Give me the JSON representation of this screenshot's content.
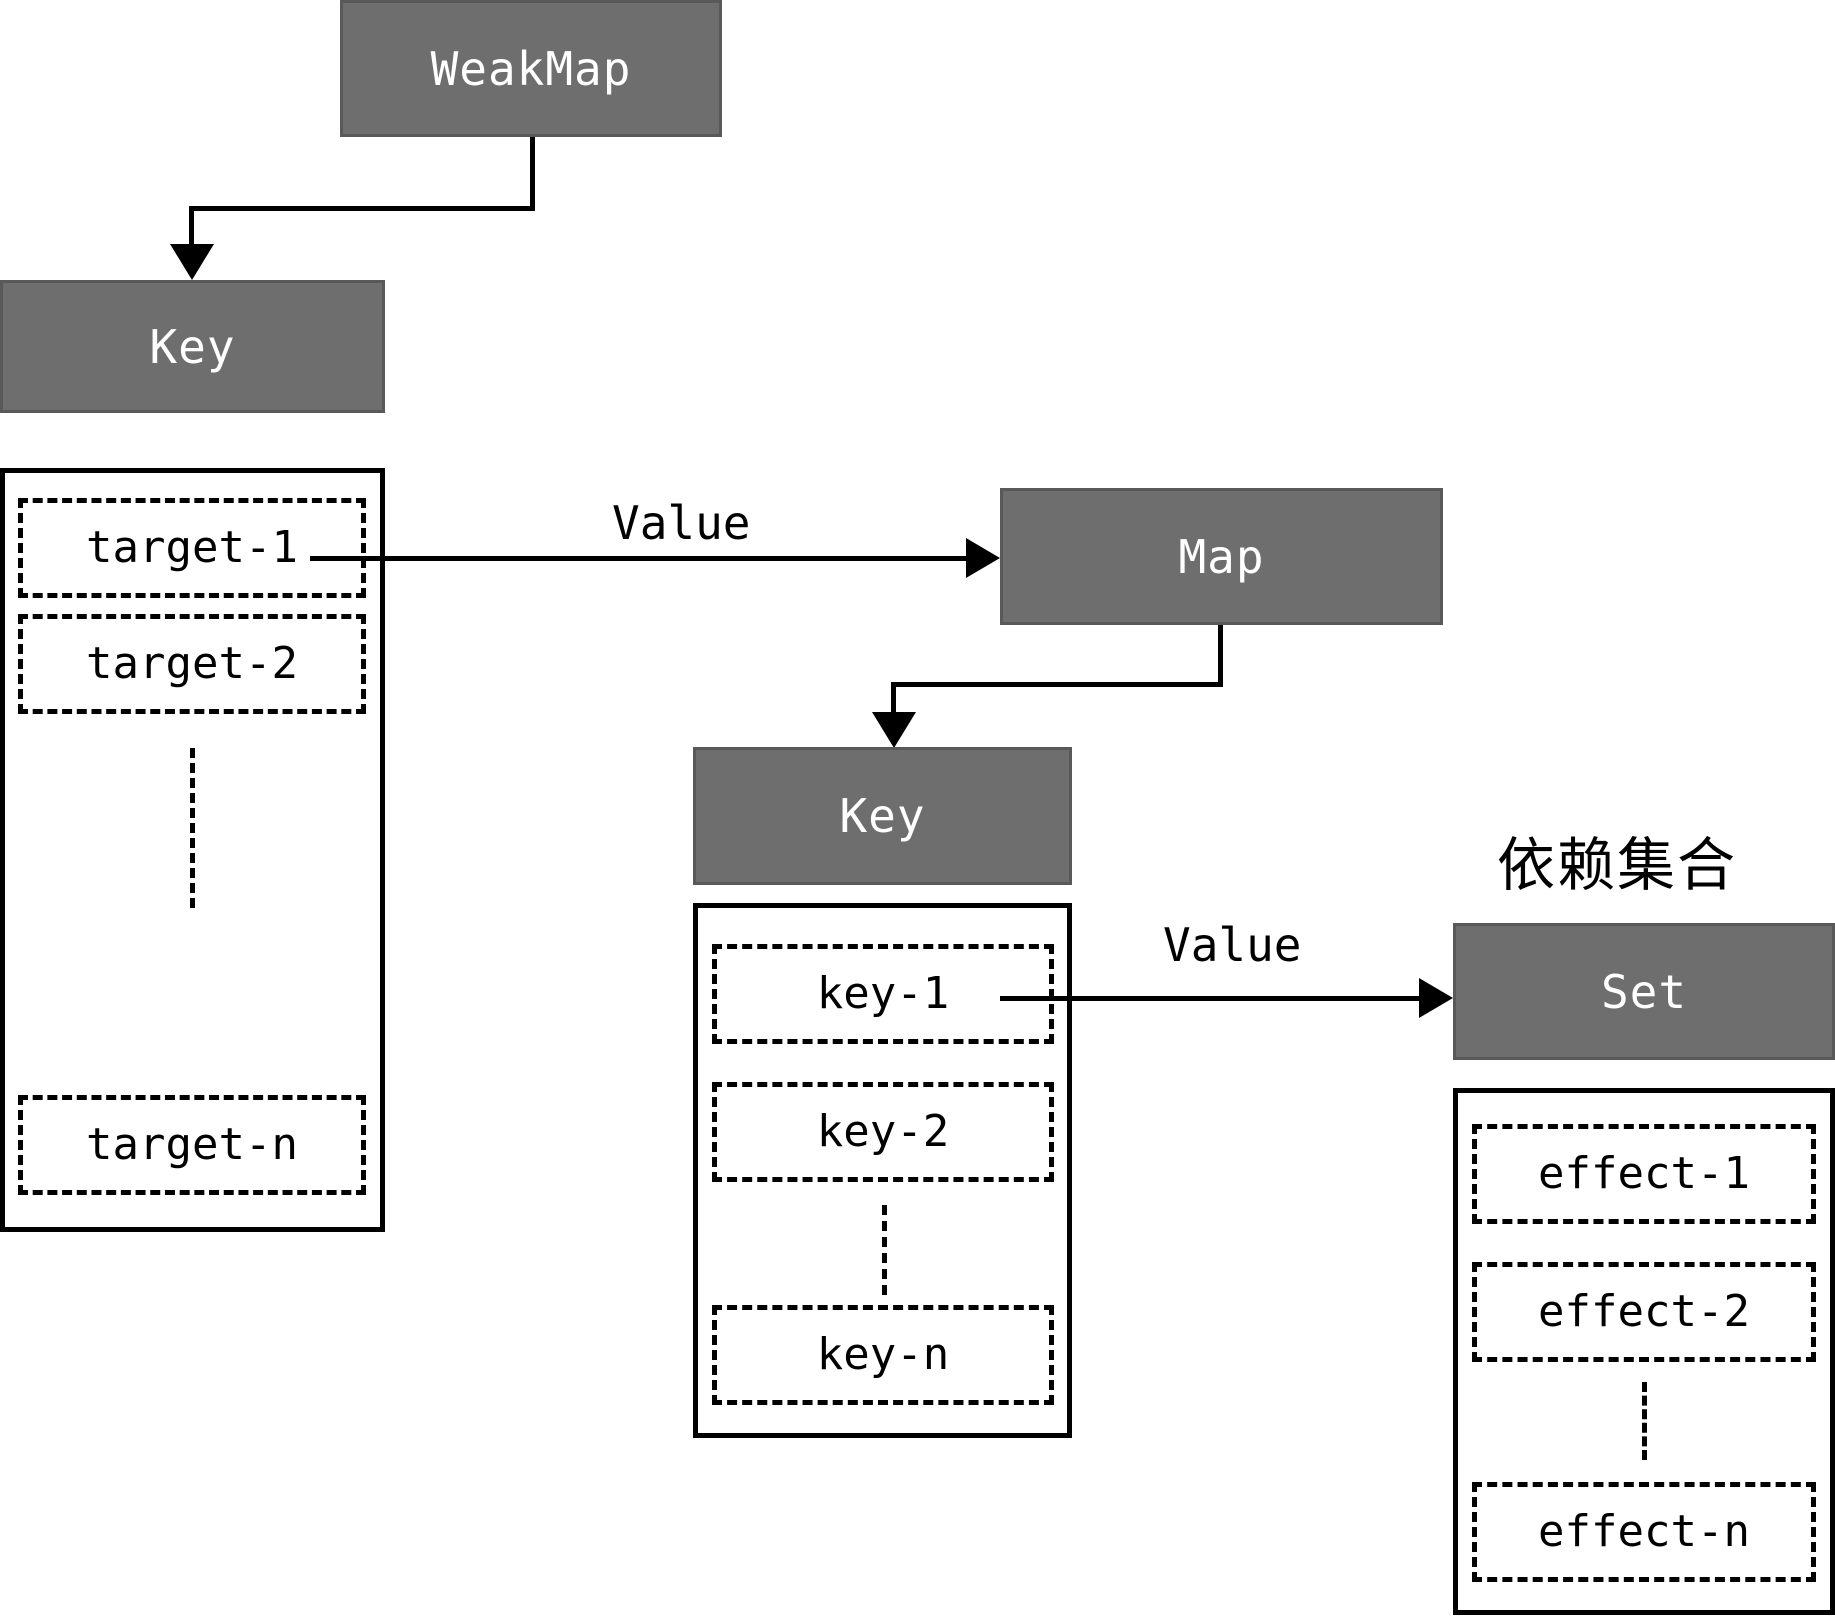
{
  "diagram": {
    "title_boxes": {
      "weakmap": "WeakMap",
      "key_outer": "Key",
      "map": "Map",
      "key_inner": "Key",
      "set": "Set"
    },
    "edge_labels": {
      "value_weakmap_to_map": "Value",
      "value_map_to_set": "Value"
    },
    "annotations": {
      "set_caption": "依赖集合"
    },
    "target_list": {
      "items": [
        "target-1",
        "target-2",
        "target-n"
      ],
      "ellipsis": "vertical-dotted"
    },
    "key_list": {
      "items": [
        "key-1",
        "key-2",
        "key-n"
      ],
      "ellipsis": "vertical-dotted"
    },
    "effect_list": {
      "items": [
        "effect-1",
        "effect-2",
        "effect-n"
      ],
      "ellipsis": "vertical-dotted"
    },
    "colors": {
      "box_fill": "#6e6e6e",
      "box_border": "#595959",
      "box_text": "#ffffff",
      "line": "#000000",
      "background": "#ffffff"
    }
  }
}
